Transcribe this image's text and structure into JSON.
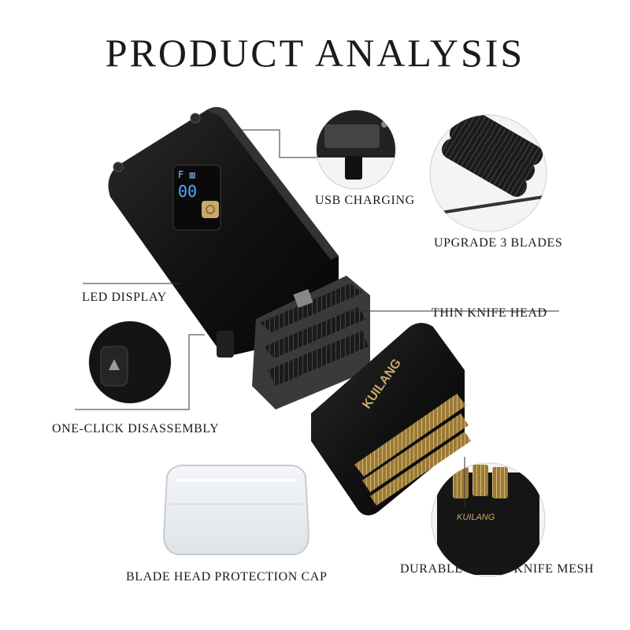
{
  "title": "PRODUCT ANALYSIS",
  "labels": {
    "usb_charging": "USB CHARGING",
    "upgrade_blades": "UPGRADE 3 BLADES",
    "led_display": "LED DISPLAY",
    "thin_knife_head": "THIN KNIFE HEAD",
    "one_click": "ONE-CLICK DISASSEMBLY",
    "durable_mesh": "DURABLE THREE-KNIFE MESH",
    "protection_cap": "BLADE HEAD PROTECTION CAP"
  },
  "brand_text": "KUILANG",
  "display_digits": "00",
  "colors": {
    "body": "#151515",
    "foil_gold": "#c9a65a",
    "button_gold": "#c8a96a",
    "display_blue": "#5aa9ff"
  }
}
